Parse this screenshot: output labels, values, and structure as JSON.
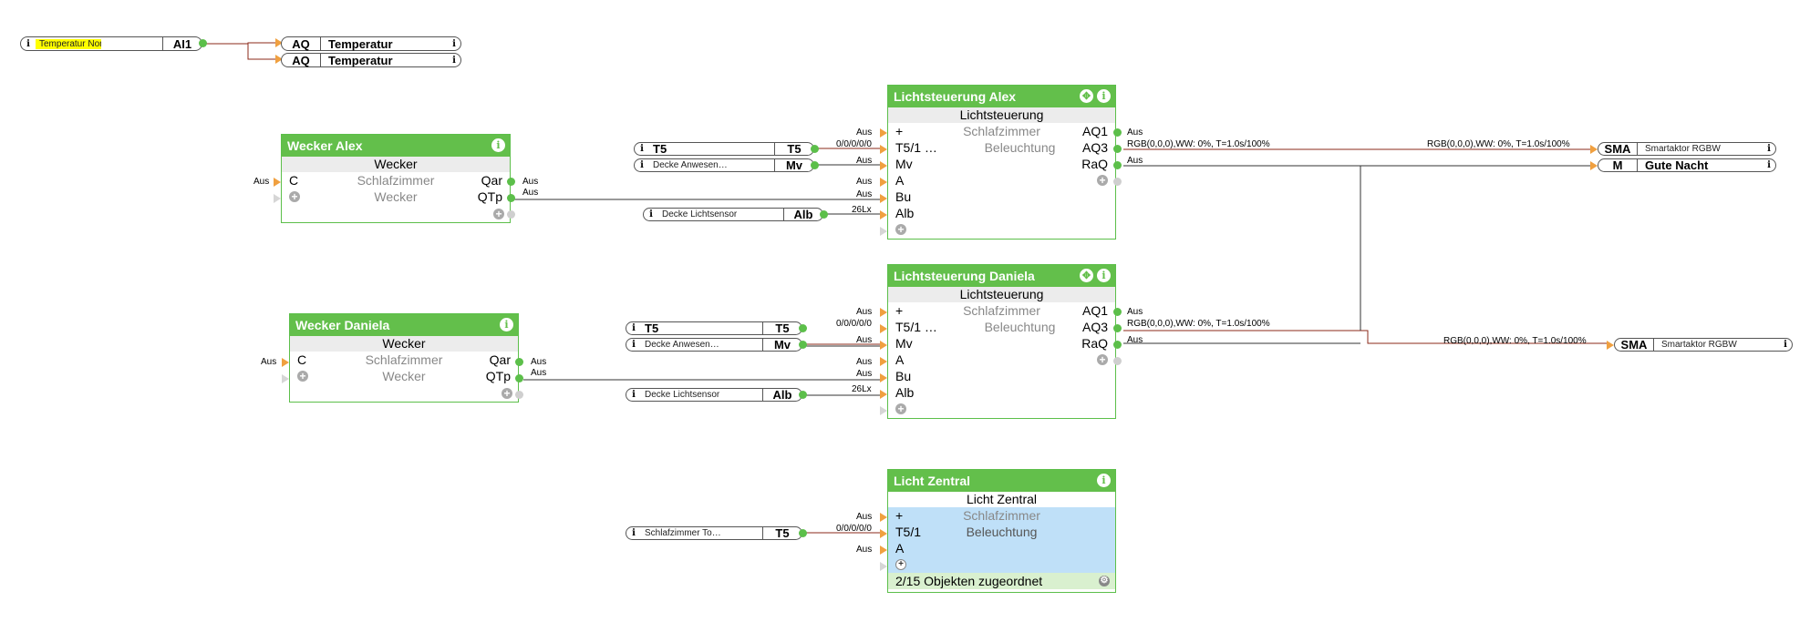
{
  "colors": {
    "block_header": "#63bf4b",
    "wire": "#8b2a1a",
    "input_arrow": "#f0a040",
    "output_dot": "#5cbf4a",
    "highlight": "#ffff00",
    "selected_area": "#bfe0f8"
  },
  "top": {
    "input": {
      "name": "Temperatur Nord…",
      "code": "AI1"
    },
    "outputs": [
      {
        "code": "AQ",
        "name": "Temperatur"
      },
      {
        "code": "AQ",
        "name": "Temperatur"
      }
    ]
  },
  "wecker_alex": {
    "title": "Wecker Alex",
    "type": "Wecker",
    "row1": {
      "left": "C",
      "center": "Schlafzimmer",
      "right": "Qar"
    },
    "row2": {
      "center": "Wecker",
      "right": "QTp"
    },
    "in_label": "Aus",
    "out1": "Aus",
    "out2": "Aus"
  },
  "wecker_daniela": {
    "title": "Wecker Daniela",
    "type": "Wecker",
    "row1": {
      "left": "C",
      "center": "Schlafzimmer",
      "right": "Qar"
    },
    "row2": {
      "center": "Wecker",
      "right": "QTp"
    },
    "in_label": "Aus",
    "out1": "Aus",
    "out2": "Aus"
  },
  "ls_alex": {
    "title": "Lichtsteuerung Alex",
    "type": "Lichtsteuerung",
    "rows": [
      {
        "left": "+",
        "center": "Schlafzimmer",
        "right": "AQ1"
      },
      {
        "left": "T5/1 …",
        "center": "Beleuchtung",
        "right": "AQ3"
      },
      {
        "left": "Mv",
        "right": "RaQ"
      },
      {
        "left": "A"
      },
      {
        "left": "Bu"
      },
      {
        "left": "Alb"
      }
    ],
    "in_labels": [
      "Aus",
      "0/0/0/0/0",
      "Aus",
      "Aus",
      "Aus",
      "26Lx"
    ],
    "out_labels": [
      "Aus",
      "RGB(0,0,0),WW: 0%, T=1.0s/100%",
      "Aus"
    ],
    "inputs": [
      {
        "name": "T5",
        "code": "T5",
        "bold": true
      },
      {
        "name": "Decke Anwesen…",
        "code": "Mv"
      },
      {
        "name": "Decke Lichtsensor",
        "code": "Alb"
      }
    ]
  },
  "ls_daniela": {
    "title": "Lichtsteuerung Daniela",
    "type": "Lichtsteuerung",
    "rows": [
      {
        "left": "+",
        "center": "Schlafzimmer",
        "right": "AQ1"
      },
      {
        "left": "T5/1 …",
        "center": "Beleuchtung",
        "right": "AQ3"
      },
      {
        "left": "Mv",
        "right": "RaQ"
      },
      {
        "left": "A"
      },
      {
        "left": "Bu"
      },
      {
        "left": "Alb"
      }
    ],
    "in_labels": [
      "Aus",
      "0/0/0/0/0",
      "Aus",
      "Aus",
      "Aus",
      "26Lx"
    ],
    "out_labels": [
      "Aus",
      "RGB(0,0,0),WW: 0%, T=1.0s/100%",
      "Aus"
    ],
    "inputs": [
      {
        "name": "T5",
        "code": "T5",
        "bold": true
      },
      {
        "name": "Decke Anwesen…",
        "code": "Mv"
      },
      {
        "name": "Decke Lichtsensor",
        "code": "Alb"
      }
    ]
  },
  "licht_zentral": {
    "title": "Licht Zentral",
    "type": "Licht Zentral",
    "rows": [
      {
        "left": "+",
        "center": "Schlafzimmer"
      },
      {
        "left": "T5/1",
        "center": "Beleuchtung"
      },
      {
        "left": "A"
      }
    ],
    "in_labels": [
      "Aus",
      "0/0/0/0/0",
      "Aus"
    ],
    "footer": "2/15 Objekten zugeordnet",
    "input": {
      "name": "Schlafzimmer To…",
      "code": "T5"
    }
  },
  "right_outputs": {
    "alex": [
      {
        "label": "RGB(0,0,0),WW: 0%, T=1.0s/100%",
        "code": "SMA",
        "name": "Smartaktor RGBW"
      },
      {
        "code": "M",
        "name": "Gute Nacht"
      }
    ],
    "daniela": [
      {
        "label": "RGB(0,0,0),WW: 0%, T=1.0s/100%",
        "code": "SMA",
        "name": "Smartaktor RGBW"
      }
    ]
  },
  "icons": {
    "info": "info-icon",
    "move": "move-icon",
    "add": "add-circle-icon",
    "settings": "settings-icon"
  },
  "glyphs": {
    "info": "i",
    "move": "✥",
    "add": "+",
    "settings": "⚙"
  }
}
